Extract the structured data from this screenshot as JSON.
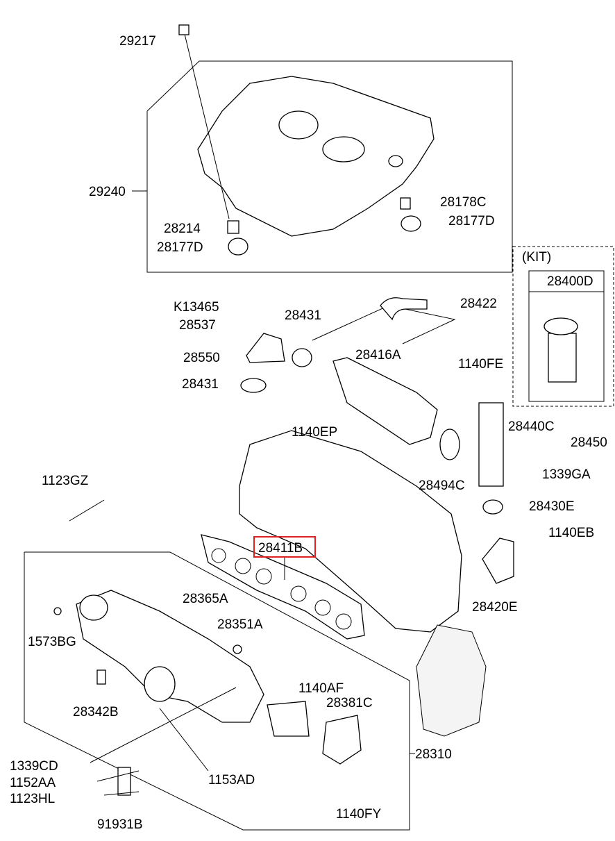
{
  "diagram": {
    "highlight_color": "#e02020",
    "highlighted_label": "28411B",
    "kit": {
      "title": "(KIT)",
      "part": "28400D"
    },
    "labels": [
      "29217",
      "29240",
      "28178C",
      "28177D",
      "28214",
      "28177D",
      "K13465",
      "28422",
      "28537",
      "28431",
      "28550",
      "28416A",
      "1140FE",
      "28431",
      "1140EP",
      "28440C",
      "28450",
      "28494C",
      "1339GA",
      "1123GZ",
      "28430E",
      "28411B",
      "1140EB",
      "28365A",
      "28420E",
      "28351A",
      "1573BG",
      "28342B",
      "1140AF",
      "28381C",
      "28310",
      "1339CD",
      "1152AA",
      "1153AD",
      "1123HL",
      "1140FY",
      "91931B"
    ]
  }
}
